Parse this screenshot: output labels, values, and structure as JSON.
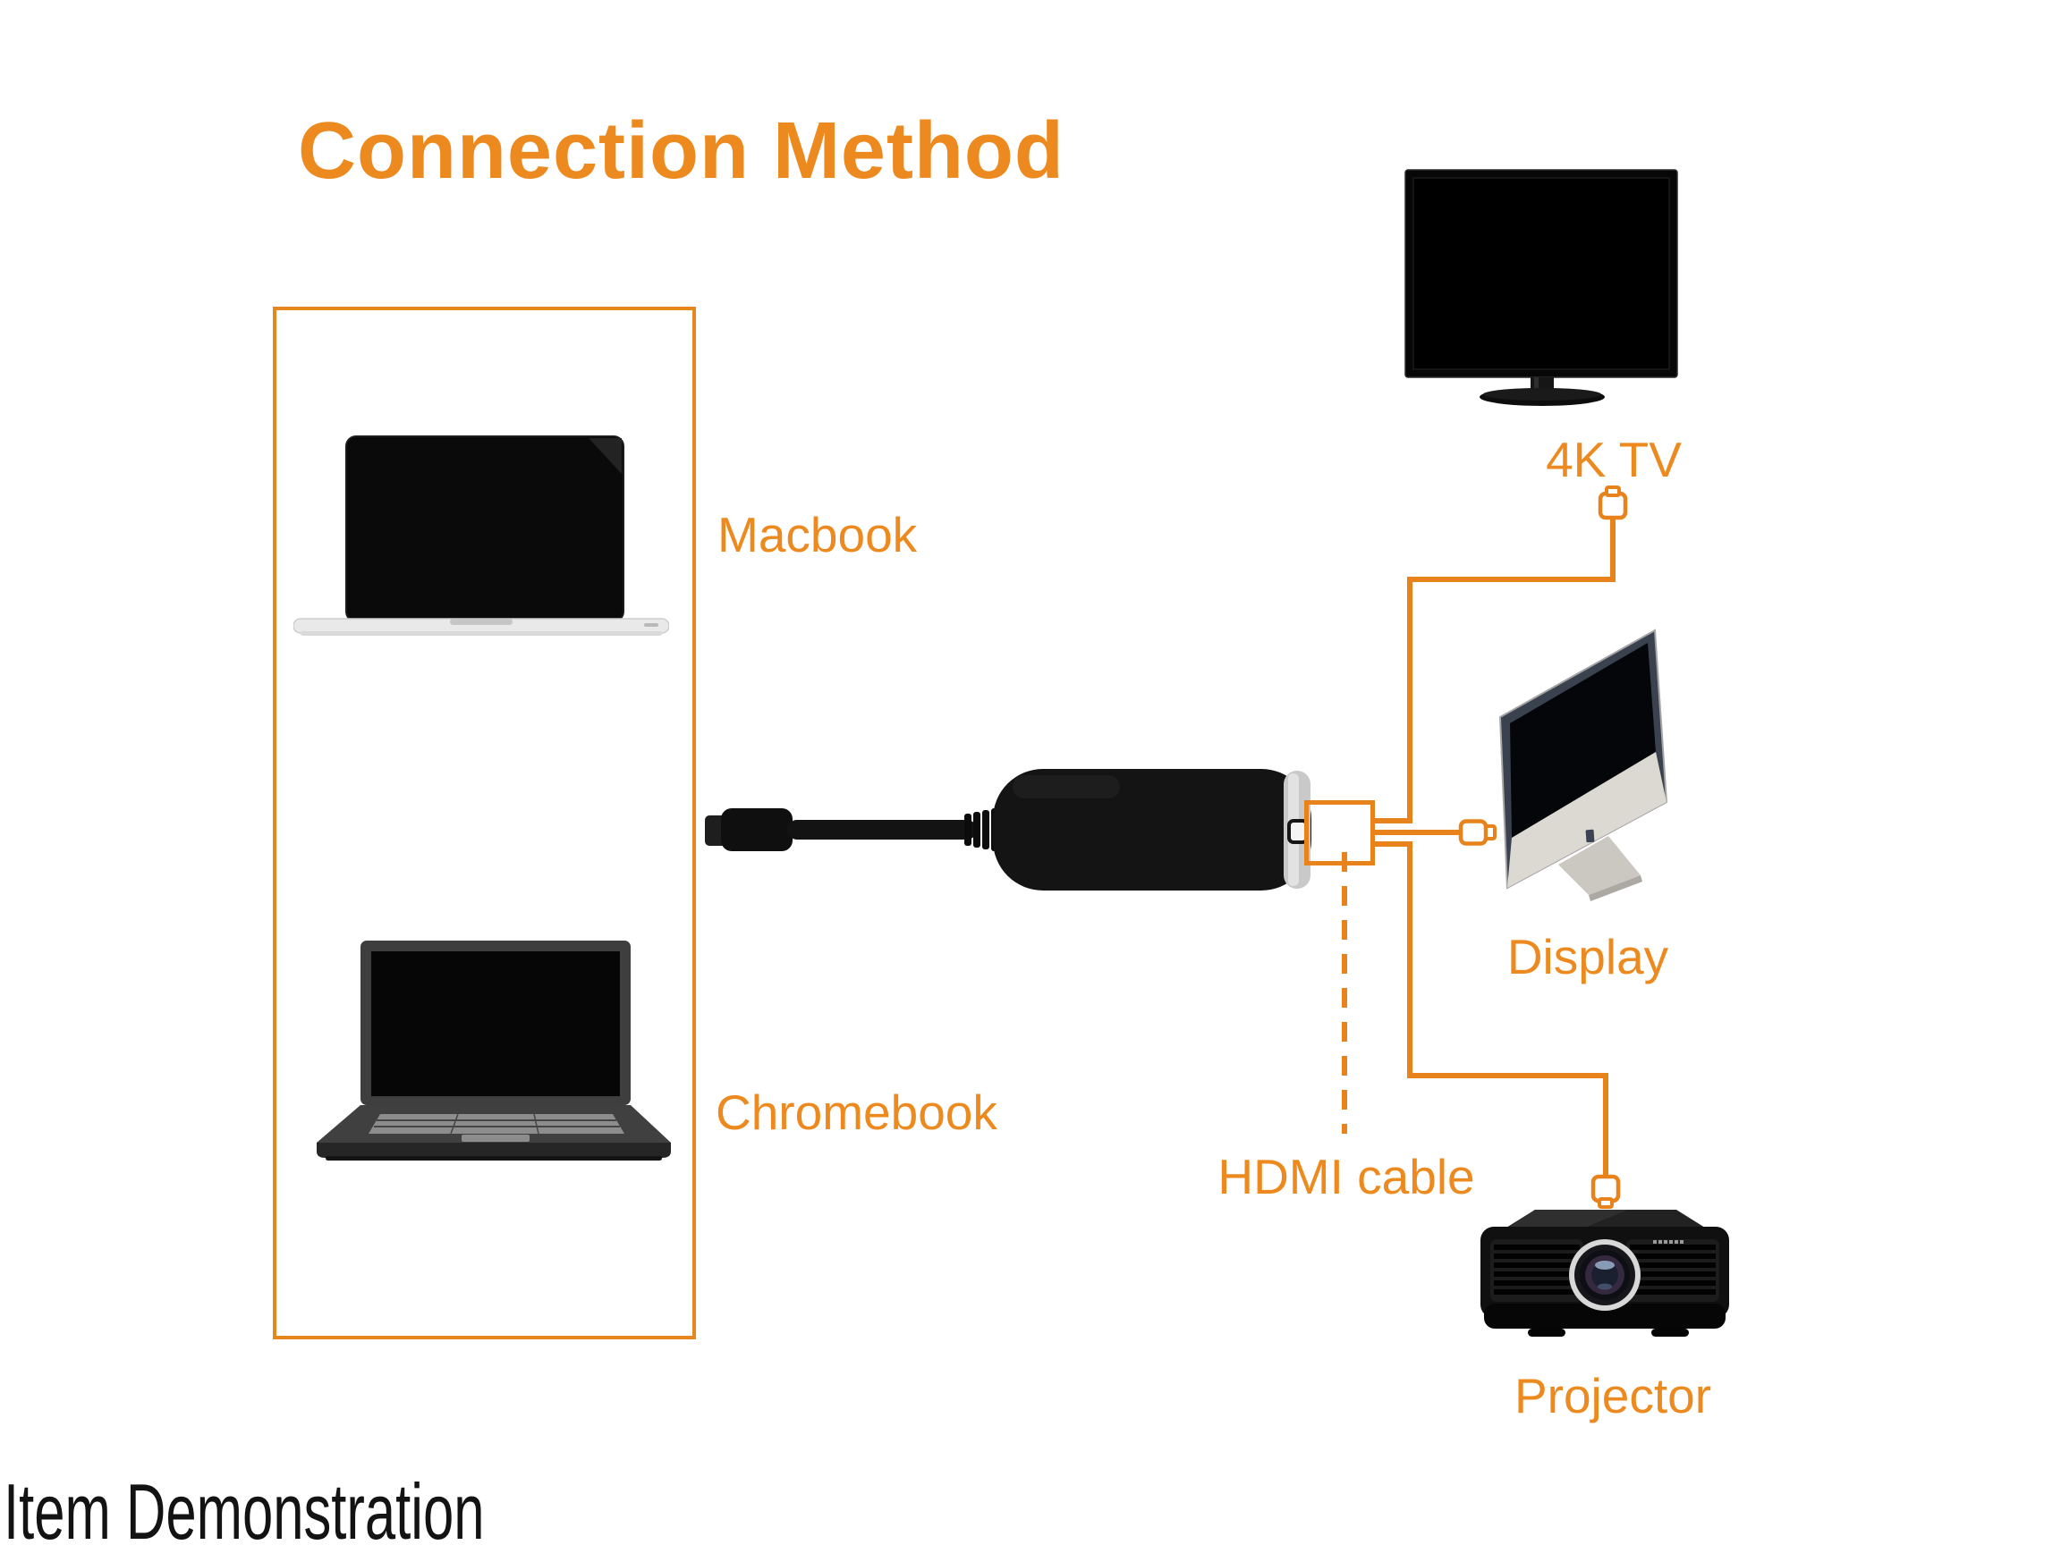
{
  "header": {
    "title": "Connection Method"
  },
  "footer": {
    "caption": "Item Demonstration"
  },
  "sources": {
    "macbook_label": "Macbook",
    "chromebook_label": "Chromebook"
  },
  "outputs": {
    "tv_label": "4K TV",
    "display_label": "Display",
    "projector_label": "Projector"
  },
  "connections": {
    "cable_label": "HDMI cable"
  },
  "colors": {
    "accent_line": "#E8831C",
    "accent_text": "#ED8A1F",
    "box_border": "#E8861E",
    "caption_text": "#131313"
  },
  "icons": {
    "tv_connector": "hdmi-plug-up-icon",
    "display_connector": "hdmi-plug-right-icon",
    "projector_connector": "hdmi-plug-down-icon",
    "adapter_port": "hdmi-port-icon"
  }
}
